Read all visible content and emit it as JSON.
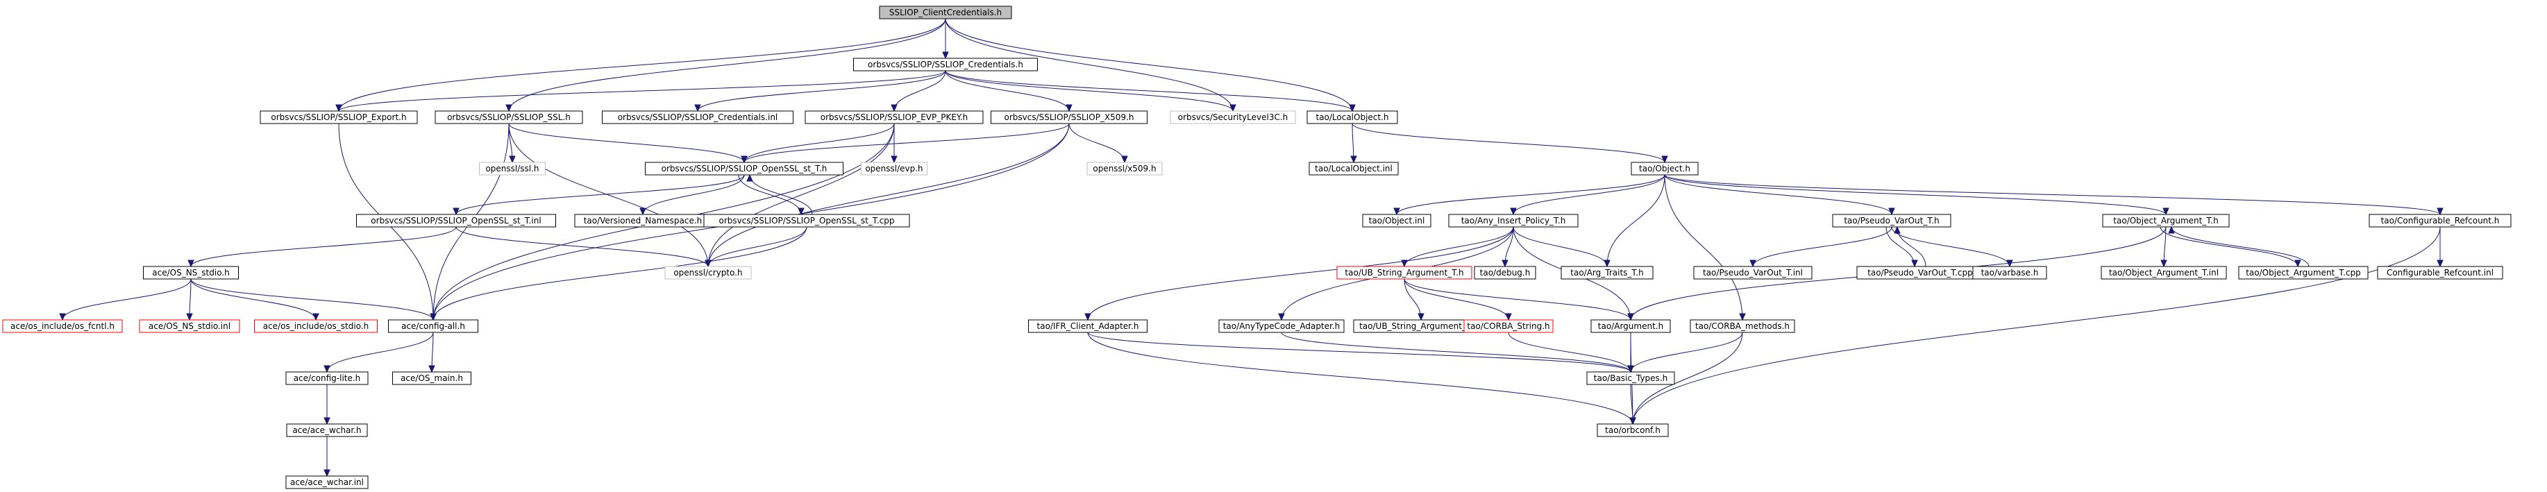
{
  "graph": {
    "edge_color": "#191970",
    "root_fill": "#bfbfbf",
    "gray_border": "#bfbfbf",
    "red_border": "#ff0000",
    "nodes": [
      {
        "id": "root",
        "label": "SSLIOP_ClientCredentials.h",
        "style": "root"
      },
      {
        "id": "cred_h",
        "label": "orbsvcs/SSLIOP/SSLIOP_Credentials.h",
        "style": "normal"
      },
      {
        "id": "export_h",
        "label": "orbsvcs/SSLIOP/SSLIOP_Export.h",
        "style": "normal"
      },
      {
        "id": "ssl_h",
        "label": "orbsvcs/SSLIOP/SSLIOP_SSL.h",
        "style": "normal"
      },
      {
        "id": "cred_inl",
        "label": "orbsvcs/SSLIOP/SSLIOP_Credentials.inl",
        "style": "normal"
      },
      {
        "id": "evp_h",
        "label": "orbsvcs/SSLIOP/SSLIOP_EVP_PKEY.h",
        "style": "normal"
      },
      {
        "id": "x509_h",
        "label": "orbsvcs/SSLIOP/SSLIOP_X509.h",
        "style": "normal"
      },
      {
        "id": "seclevel",
        "label": "orbsvcs/SecurityLevel3C.h",
        "style": "gray"
      },
      {
        "id": "localobj_h",
        "label": "tao/LocalObject.h",
        "style": "normal"
      },
      {
        "id": "openssl_ssl",
        "label": "openssl/ssl.h",
        "style": "gray"
      },
      {
        "id": "ossl_st_h",
        "label": "orbsvcs/SSLIOP/SSLIOP_OpenSSL_st_T.h",
        "style": "normal"
      },
      {
        "id": "openssl_evp",
        "label": "openssl/evp.h",
        "style": "gray"
      },
      {
        "id": "openssl_x509",
        "label": "openssl/x509.h",
        "style": "gray"
      },
      {
        "id": "localobj_inl",
        "label": "tao/LocalObject.inl",
        "style": "normal"
      },
      {
        "id": "object_h",
        "label": "tao/Object.h",
        "style": "normal"
      },
      {
        "id": "ossl_st_inl",
        "label": "orbsvcs/SSLIOP/SSLIOP_OpenSSL_st_T.inl",
        "style": "normal"
      },
      {
        "id": "versioned_ns",
        "label": "tao/Versioned_Namespace.h",
        "style": "normal"
      },
      {
        "id": "ossl_st_cpp",
        "label": "orbsvcs/SSLIOP/SSLIOP_OpenSSL_st_T.cpp",
        "style": "normal"
      },
      {
        "id": "object_inl",
        "label": "tao/Object.inl",
        "style": "normal"
      },
      {
        "id": "any_insert",
        "label": "tao/Any_Insert_Policy_T.h",
        "style": "normal"
      },
      {
        "id": "pseudo_h",
        "label": "tao/Pseudo_VarOut_T.h",
        "style": "normal"
      },
      {
        "id": "objarg_h",
        "label": "tao/Object_Argument_T.h",
        "style": "normal"
      },
      {
        "id": "refcount_h",
        "label": "tao/Configurable_Refcount.h",
        "style": "normal"
      },
      {
        "id": "os_ns_stdio",
        "label": "ace/OS_NS_stdio.h",
        "style": "normal"
      },
      {
        "id": "openssl_crypto",
        "label": "openssl/crypto.h",
        "style": "gray"
      },
      {
        "id": "ub_string",
        "label": "tao/UB_String_Argument_T.h",
        "style": "red"
      },
      {
        "id": "debug_h",
        "label": "tao/debug.h",
        "style": "normal"
      },
      {
        "id": "arg_traits",
        "label": "tao/Arg_Traits_T.h",
        "style": "normal"
      },
      {
        "id": "pseudo_inl",
        "label": "tao/Pseudo_VarOut_T.inl",
        "style": "normal"
      },
      {
        "id": "pseudo_cpp",
        "label": "tao/Pseudo_VarOut_T.cpp",
        "style": "normal"
      },
      {
        "id": "varbase",
        "label": "tao/varbase.h",
        "style": "normal"
      },
      {
        "id": "objarg_inl",
        "label": "tao/Object_Argument_T.inl",
        "style": "normal"
      },
      {
        "id": "objarg_cpp",
        "label": "tao/Object_Argument_T.cpp",
        "style": "normal"
      },
      {
        "id": "refcount_inl",
        "label": "Configurable_Refcount.inl",
        "style": "normal"
      },
      {
        "id": "os_fcntl",
        "label": "ace/os_include/os_fcntl.h",
        "style": "red"
      },
      {
        "id": "os_ns_stdio_inl",
        "label": "ace/OS_NS_stdio.inl",
        "style": "red"
      },
      {
        "id": "os_stdio",
        "label": "ace/os_include/os_stdio.h",
        "style": "red"
      },
      {
        "id": "config_all",
        "label": "ace/config-all.h",
        "style": "normal"
      },
      {
        "id": "ifr_adapter",
        "label": "tao/IFR_Client_Adapter.h",
        "style": "normal"
      },
      {
        "id": "anytypecode",
        "label": "tao/AnyTypeCode_Adapter.h",
        "style": "normal"
      },
      {
        "id": "ub_string_inl",
        "label": "tao/UB_String_Argument_T.inl",
        "style": "normal"
      },
      {
        "id": "corba_string",
        "label": "tao/CORBA_String.h",
        "style": "red"
      },
      {
        "id": "argument_h",
        "label": "tao/Argument.h",
        "style": "normal"
      },
      {
        "id": "corba_methods",
        "label": "tao/CORBA_methods.h",
        "style": "normal"
      },
      {
        "id": "config_lite",
        "label": "ace/config-lite.h",
        "style": "normal"
      },
      {
        "id": "os_main",
        "label": "ace/OS_main.h",
        "style": "normal"
      },
      {
        "id": "basic_types",
        "label": "tao/Basic_Types.h",
        "style": "normal"
      },
      {
        "id": "ace_wchar_h",
        "label": "ace/ace_wchar.h",
        "style": "normal"
      },
      {
        "id": "orbconf",
        "label": "tao/orbconf.h",
        "style": "normal"
      },
      {
        "id": "ace_wchar_inl",
        "label": "ace/ace_wchar.inl",
        "style": "normal"
      }
    ],
    "edges": [
      [
        "root",
        "cred_h"
      ],
      [
        "root",
        "export_h"
      ],
      [
        "root",
        "ssl_h"
      ],
      [
        "root",
        "seclevel"
      ],
      [
        "root",
        "localobj_h"
      ],
      [
        "cred_h",
        "export_h"
      ],
      [
        "cred_h",
        "cred_inl"
      ],
      [
        "cred_h",
        "evp_h"
      ],
      [
        "cred_h",
        "x509_h"
      ],
      [
        "cred_h",
        "seclevel"
      ],
      [
        "cred_h",
        "localobj_h"
      ],
      [
        "export_h",
        "config_all"
      ],
      [
        "ssl_h",
        "openssl_ssl"
      ],
      [
        "ssl_h",
        "ossl_st_h"
      ],
      [
        "ssl_h",
        "config_all"
      ],
      [
        "ssl_h",
        "openssl_crypto"
      ],
      [
        "evp_h",
        "openssl_evp"
      ],
      [
        "evp_h",
        "ossl_st_h"
      ],
      [
        "evp_h",
        "config_all"
      ],
      [
        "evp_h",
        "openssl_crypto"
      ],
      [
        "x509_h",
        "openssl_x509"
      ],
      [
        "x509_h",
        "ossl_st_h"
      ],
      [
        "x509_h",
        "config_all"
      ],
      [
        "x509_h",
        "openssl_crypto"
      ],
      [
        "localobj_h",
        "localobj_inl"
      ],
      [
        "localobj_h",
        "object_h"
      ],
      [
        "ossl_st_h",
        "ossl_st_inl"
      ],
      [
        "ossl_st_h",
        "versioned_ns"
      ],
      [
        "ossl_st_h",
        "ossl_st_cpp"
      ],
      [
        "ossl_st_cpp",
        "ossl_st_h"
      ],
      [
        "ossl_st_cpp",
        "openssl_crypto"
      ],
      [
        "ossl_st_cpp",
        "config_all"
      ],
      [
        "ossl_st_inl",
        "os_ns_stdio"
      ],
      [
        "ossl_st_inl",
        "openssl_crypto"
      ],
      [
        "object_h",
        "object_inl"
      ],
      [
        "object_h",
        "any_insert"
      ],
      [
        "object_h",
        "pseudo_h"
      ],
      [
        "object_h",
        "objarg_h"
      ],
      [
        "object_h",
        "refcount_h"
      ],
      [
        "object_h",
        "arg_traits"
      ],
      [
        "object_h",
        "corba_methods"
      ],
      [
        "any_insert",
        "ifr_adapter"
      ],
      [
        "any_insert",
        "anytypecode"
      ],
      [
        "any_insert",
        "ub_string"
      ],
      [
        "any_insert",
        "debug_h"
      ],
      [
        "any_insert",
        "arg_traits"
      ],
      [
        "any_insert",
        "argument_h"
      ],
      [
        "pseudo_h",
        "pseudo_inl"
      ],
      [
        "pseudo_h",
        "pseudo_cpp"
      ],
      [
        "pseudo_h",
        "varbase"
      ],
      [
        "pseudo_cpp",
        "pseudo_h"
      ],
      [
        "objarg_h",
        "objarg_inl"
      ],
      [
        "objarg_h",
        "objarg_cpp"
      ],
      [
        "objarg_h",
        "argument_h"
      ],
      [
        "objarg_cpp",
        "objarg_h"
      ],
      [
        "refcount_h",
        "refcount_inl"
      ],
      [
        "refcount_h",
        "orbconf"
      ],
      [
        "os_ns_stdio",
        "os_fcntl"
      ],
      [
        "os_ns_stdio",
        "os_ns_stdio_inl"
      ],
      [
        "os_ns_stdio",
        "os_stdio"
      ],
      [
        "os_ns_stdio",
        "config_all"
      ],
      [
        "config_all",
        "config_lite"
      ],
      [
        "config_all",
        "os_main"
      ],
      [
        "ub_string",
        "ub_string_inl"
      ],
      [
        "ub_string",
        "corba_string"
      ],
      [
        "ub_string",
        "argument_h"
      ],
      [
        "corba_string",
        "basic_types"
      ],
      [
        "argument_h",
        "basic_types"
      ],
      [
        "argument_h",
        "orbconf"
      ],
      [
        "corba_methods",
        "basic_types"
      ],
      [
        "corba_methods",
        "orbconf"
      ],
      [
        "ifr_adapter",
        "basic_types"
      ],
      [
        "ifr_adapter",
        "orbconf"
      ],
      [
        "anytypecode",
        "basic_types"
      ],
      [
        "basic_types",
        "orbconf"
      ],
      [
        "config_lite",
        "ace_wchar_h"
      ],
      [
        "ace_wchar_h",
        "ace_wchar_inl"
      ]
    ]
  }
}
